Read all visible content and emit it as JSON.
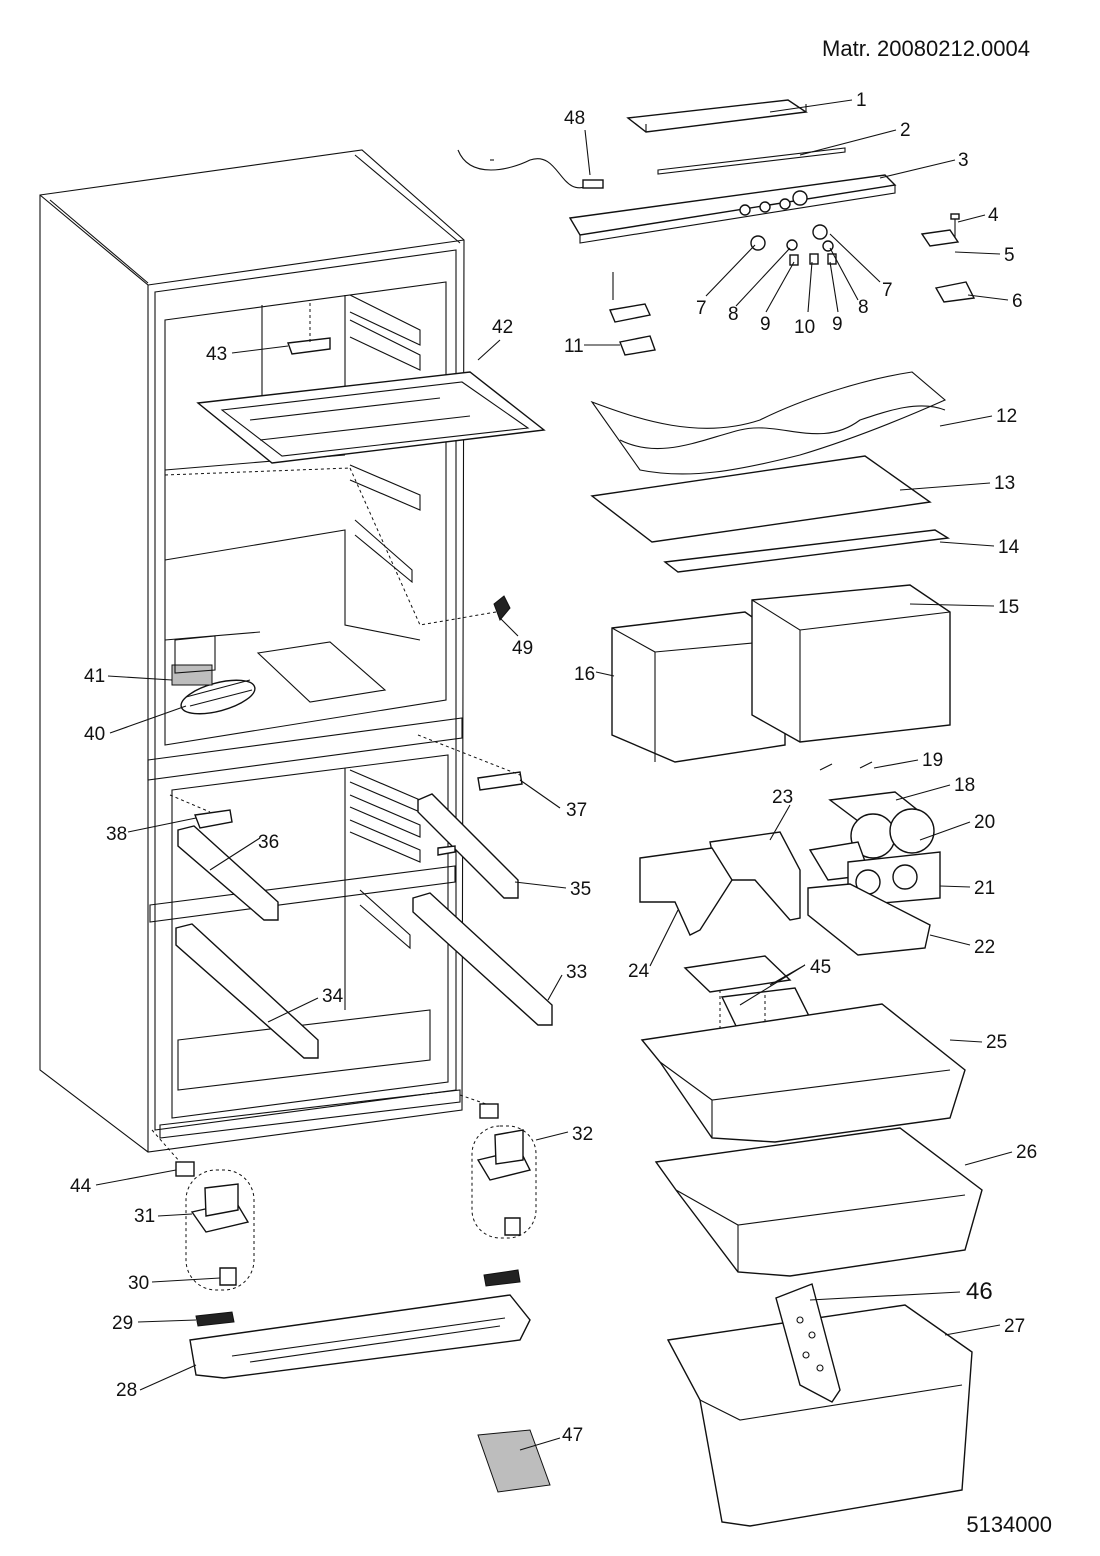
{
  "header": {
    "material_code": "Matr. 20080212.0004"
  },
  "footer": {
    "drawing_number": "5134000"
  },
  "callouts": [
    {
      "id": "c1",
      "text": "1"
    },
    {
      "id": "c2",
      "text": "2"
    },
    {
      "id": "c3",
      "text": "3"
    },
    {
      "id": "c4",
      "text": "4"
    },
    {
      "id": "c5",
      "text": "5"
    },
    {
      "id": "c6",
      "text": "6"
    },
    {
      "id": "c7a",
      "text": "7"
    },
    {
      "id": "c7b",
      "text": "7"
    },
    {
      "id": "c8a",
      "text": "8"
    },
    {
      "id": "c8b",
      "text": "8"
    },
    {
      "id": "c9a",
      "text": "9"
    },
    {
      "id": "c9b",
      "text": "9"
    },
    {
      "id": "c10",
      "text": "10"
    },
    {
      "id": "c11",
      "text": "11"
    },
    {
      "id": "c12",
      "text": "12"
    },
    {
      "id": "c13",
      "text": "13"
    },
    {
      "id": "c14",
      "text": "14"
    },
    {
      "id": "c15",
      "text": "15"
    },
    {
      "id": "c16",
      "text": "16"
    },
    {
      "id": "c18",
      "text": "18"
    },
    {
      "id": "c19",
      "text": "19"
    },
    {
      "id": "c20",
      "text": "20"
    },
    {
      "id": "c21",
      "text": "21"
    },
    {
      "id": "c22",
      "text": "22"
    },
    {
      "id": "c23",
      "text": "23"
    },
    {
      "id": "c24",
      "text": "24"
    },
    {
      "id": "c25",
      "text": "25"
    },
    {
      "id": "c26",
      "text": "26"
    },
    {
      "id": "c27",
      "text": "27"
    },
    {
      "id": "c28",
      "text": "28"
    },
    {
      "id": "c29",
      "text": "29"
    },
    {
      "id": "c30",
      "text": "30"
    },
    {
      "id": "c31",
      "text": "31"
    },
    {
      "id": "c32",
      "text": "32"
    },
    {
      "id": "c33",
      "text": "33"
    },
    {
      "id": "c34",
      "text": "34"
    },
    {
      "id": "c35",
      "text": "35"
    },
    {
      "id": "c36",
      "text": "36"
    },
    {
      "id": "c37",
      "text": "37"
    },
    {
      "id": "c38",
      "text": "38"
    },
    {
      "id": "c40",
      "text": "40"
    },
    {
      "id": "c41",
      "text": "41"
    },
    {
      "id": "c42",
      "text": "42"
    },
    {
      "id": "c43",
      "text": "43"
    },
    {
      "id": "c44",
      "text": "44"
    },
    {
      "id": "c45",
      "text": "45"
    },
    {
      "id": "c46",
      "text": "46"
    },
    {
      "id": "c47",
      "text": "47"
    },
    {
      "id": "c48",
      "text": "48"
    },
    {
      "id": "c49",
      "text": "49"
    }
  ]
}
